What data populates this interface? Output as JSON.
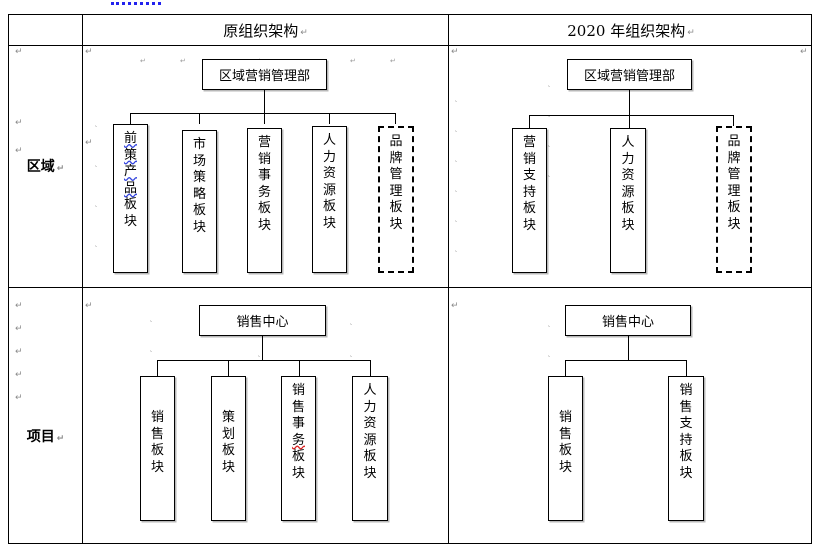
{
  "document": {
    "type": "word-document-table",
    "comment_anchor": "dotted-blue-line"
  },
  "table": {
    "row_label_header": "",
    "columns": [
      {
        "name": "row-label-column",
        "header": ""
      },
      {
        "name": "original-structure-column",
        "header": "原组织架构"
      },
      {
        "name": "new-structure-column",
        "header": "2020 年组织架构"
      }
    ],
    "rows": [
      {
        "name": "area-row",
        "label": "区域"
      },
      {
        "name": "project-row",
        "label": "项目"
      }
    ]
  },
  "charts": {
    "area_original": {
      "root": "区域营销管理部",
      "children": [
        {
          "label": "前策产品板块",
          "chars": [
            "前",
            "策",
            "产",
            "品",
            "板",
            "块"
          ],
          "spellcheck": "blue",
          "spell_chars": 4,
          "dashed": false
        },
        {
          "label": "市场策略板块",
          "chars": [
            "市",
            "场",
            "策",
            "略",
            "板",
            "块"
          ],
          "spellcheck": "none",
          "spell_chars": 0,
          "dashed": false
        },
        {
          "label": "营销事务板块",
          "chars": [
            "营",
            "销",
            "事",
            "务",
            "板",
            "块"
          ],
          "spellcheck": "none",
          "spell_chars": 0,
          "dashed": false
        },
        {
          "label": "人力资源板块",
          "chars": [
            "人",
            "力",
            "资",
            "源",
            "板",
            "块"
          ],
          "spellcheck": "none",
          "spell_chars": 0,
          "dashed": false
        },
        {
          "label": "品牌管理板块",
          "chars": [
            "品",
            "牌",
            "管",
            "理",
            "板",
            "块"
          ],
          "spellcheck": "none",
          "spell_chars": 0,
          "dashed": true
        }
      ]
    },
    "area_new": {
      "root": "区域营销管理部",
      "children": [
        {
          "label": "营销支持板块",
          "chars": [
            "营",
            "销",
            "支",
            "持",
            "板",
            "块"
          ],
          "spellcheck": "none",
          "spell_chars": 0,
          "dashed": false
        },
        {
          "label": "人力资源板块",
          "chars": [
            "人",
            "力",
            "资",
            "源",
            "板",
            "块"
          ],
          "spellcheck": "none",
          "spell_chars": 0,
          "dashed": false
        },
        {
          "label": "品牌管理板块",
          "chars": [
            "品",
            "牌",
            "管",
            "理",
            "板",
            "块"
          ],
          "spellcheck": "none",
          "spell_chars": 0,
          "dashed": true
        }
      ]
    },
    "project_original": {
      "root": "销售中心",
      "children": [
        {
          "label": "销售板块",
          "chars": [
            "销",
            "售",
            "板",
            "块"
          ],
          "spellcheck": "none",
          "spell_chars": 0,
          "dashed": false
        },
        {
          "label": "策划板块",
          "chars": [
            "策",
            "划",
            "板",
            "块"
          ],
          "spellcheck": "none",
          "spell_chars": 0,
          "dashed": false
        },
        {
          "label": "销售事务板块",
          "chars": [
            "销",
            "售",
            "事",
            "务",
            "板",
            "块"
          ],
          "spellcheck": "red",
          "spell_index": 3,
          "dashed": false
        },
        {
          "label": "人力资源板块",
          "chars": [
            "人",
            "力",
            "资",
            "源",
            "板",
            "块"
          ],
          "spellcheck": "none",
          "spell_chars": 0,
          "dashed": false
        }
      ]
    },
    "project_new": {
      "root": "销售中心",
      "children": [
        {
          "label": "销售板块",
          "chars": [
            "销",
            "售",
            "板",
            "块"
          ],
          "spellcheck": "none",
          "spell_chars": 0,
          "dashed": false
        },
        {
          "label": "销售支持板块",
          "chars": [
            "销",
            "售",
            "支",
            "持",
            "板",
            "块"
          ],
          "spellcheck": "none",
          "spell_chars": 0,
          "dashed": false
        }
      ]
    }
  },
  "marks": {
    "pilcrow": "↵",
    "small_mark": "˻"
  },
  "colors": {
    "line": "#000000",
    "text": "#000000",
    "pilcrow": "#8a8a8a",
    "spell_blue": "#3344dd",
    "spell_red": "#dd2222",
    "anchor_blue": "#2222ee"
  }
}
